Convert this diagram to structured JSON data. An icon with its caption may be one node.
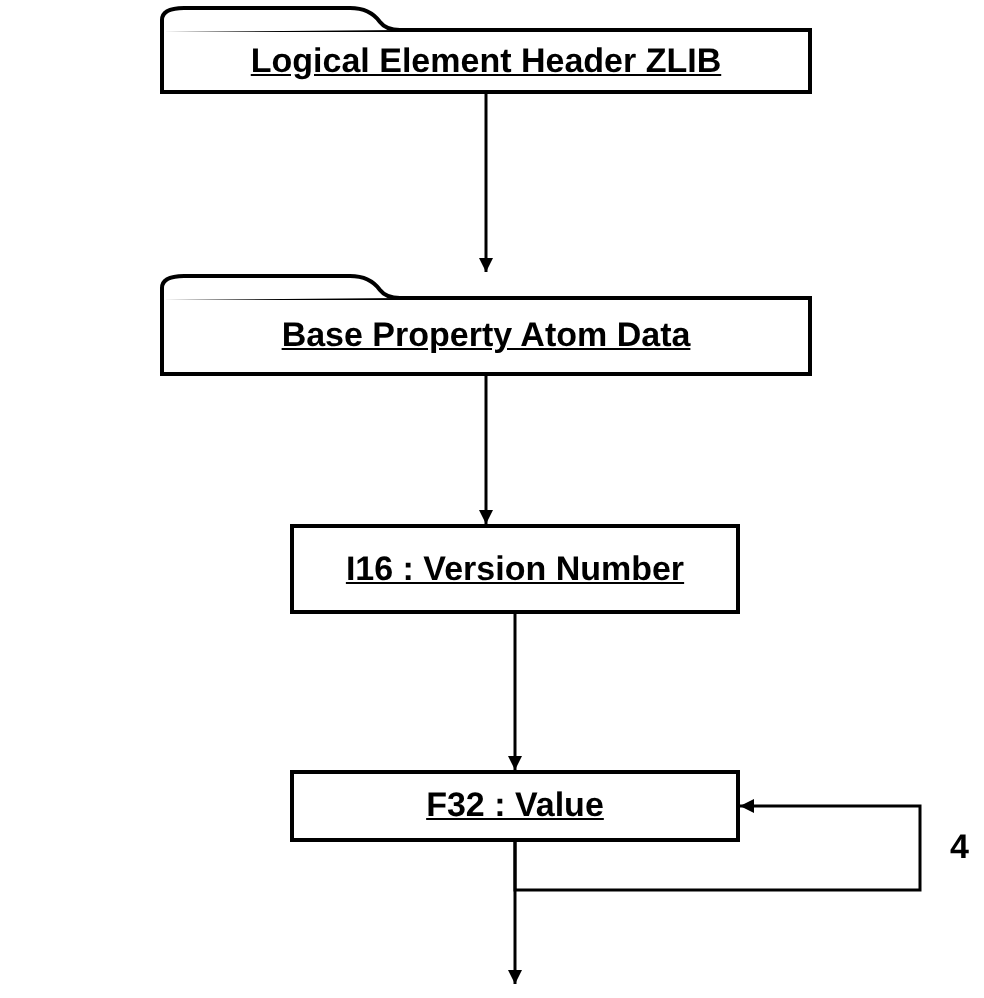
{
  "diagram": {
    "nodes": [
      {
        "text": [
          "Logical Element Header ZLIB"
        ]
      },
      {
        "text": [
          "Base Property Atom Data"
        ]
      },
      {
        "text": [
          "I16 : Version Number"
        ]
      },
      {
        "text": [
          "F32 : Value"
        ]
      }
    ],
    "edges": [
      {
        "from": 0,
        "to": 1,
        "arrow": "to"
      },
      {
        "from": 1,
        "to": 2,
        "arrow": "to"
      },
      {
        "from": 2,
        "to": 3,
        "arrow": "to"
      },
      {
        "from": 3,
        "to": 3,
        "arrow": "to",
        "label": "4"
      },
      {
        "from": 3,
        "to": null,
        "arrow": "to"
      }
    ]
  }
}
